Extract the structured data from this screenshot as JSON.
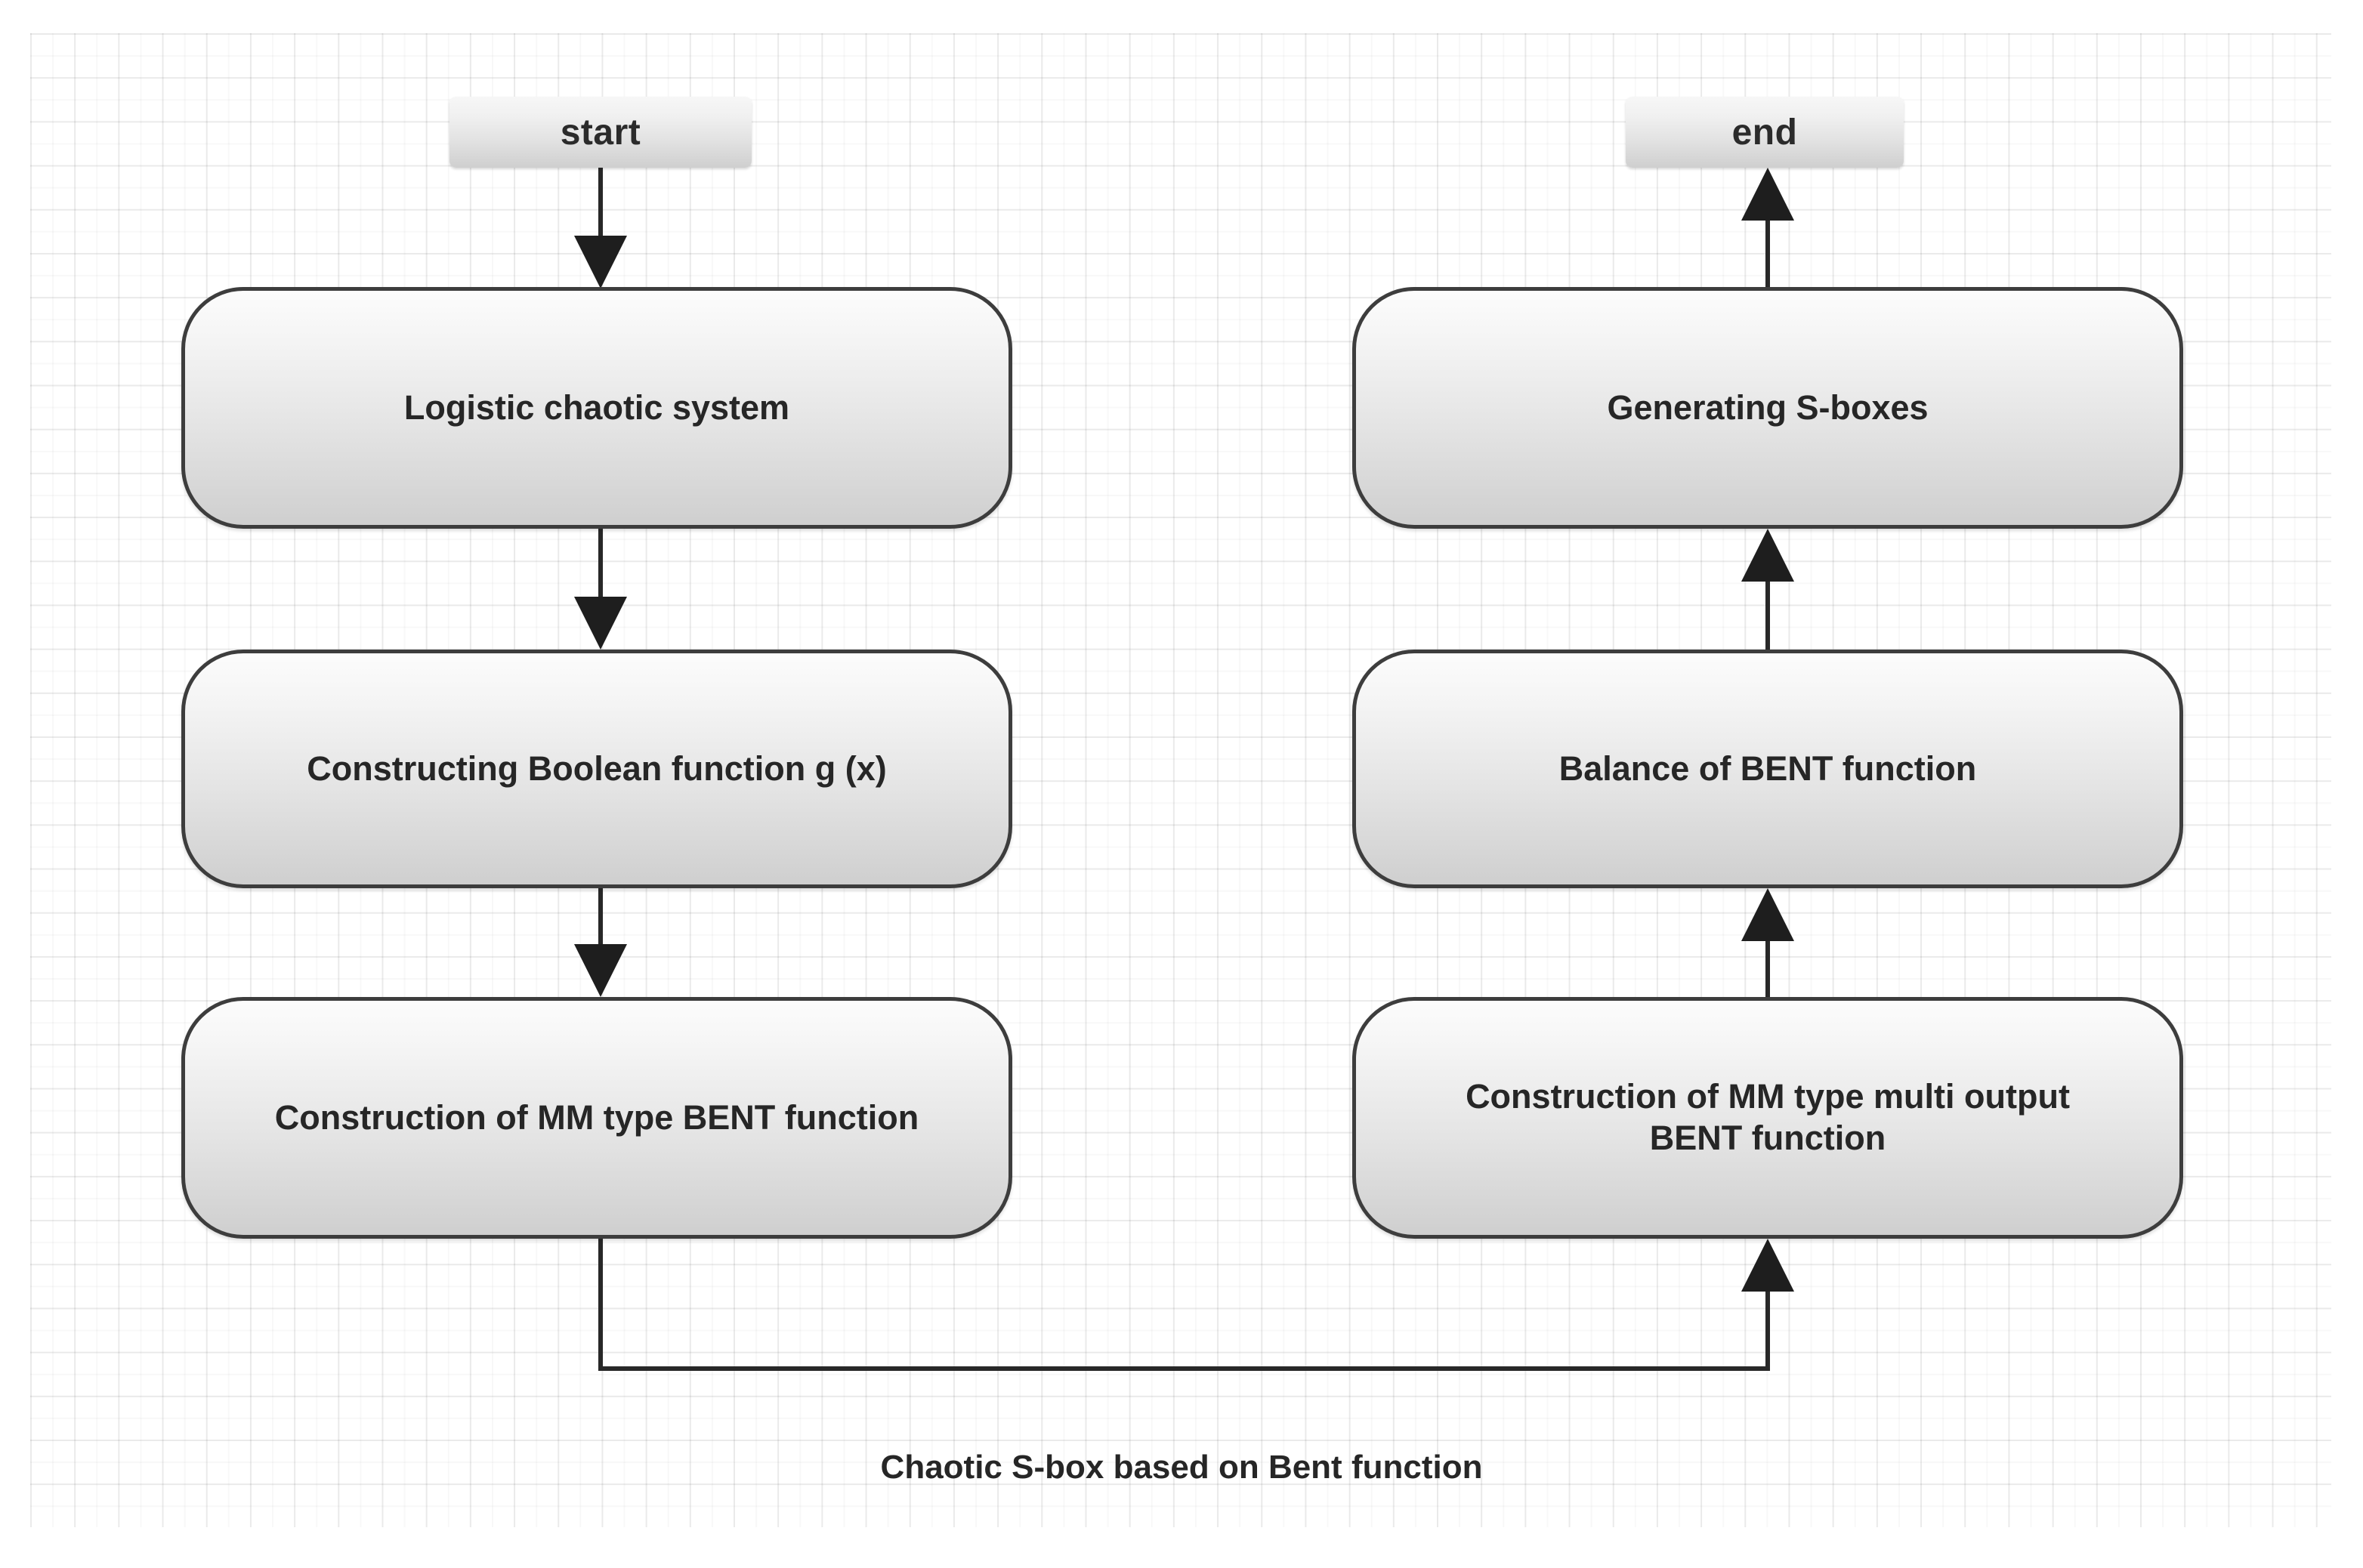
{
  "diagram": {
    "caption": "Chaotic S-box based on Bent function",
    "terminators": {
      "start": "start",
      "end": "end"
    },
    "nodes": {
      "logistic_chaotic_system": "Logistic chaotic system",
      "constructing_boolean_function": "Constructing Boolean function g (x)",
      "construction_mm_bent": "Construction of MM type BENT function",
      "construction_mm_multi_output_bent": "Construction of MM type multi output\nBENT function",
      "balance_of_bent": "Balance of BENT function",
      "generating_s_boxes": "Generating S-boxes"
    },
    "colors": {
      "node_border": "#3d3d3d",
      "node_fill_top": "#fcfcfc",
      "node_fill_bottom": "#cfcfcf",
      "connector": "#282828",
      "text": "#262626",
      "grid_line": "#ededed",
      "background": "#ffffff"
    }
  }
}
